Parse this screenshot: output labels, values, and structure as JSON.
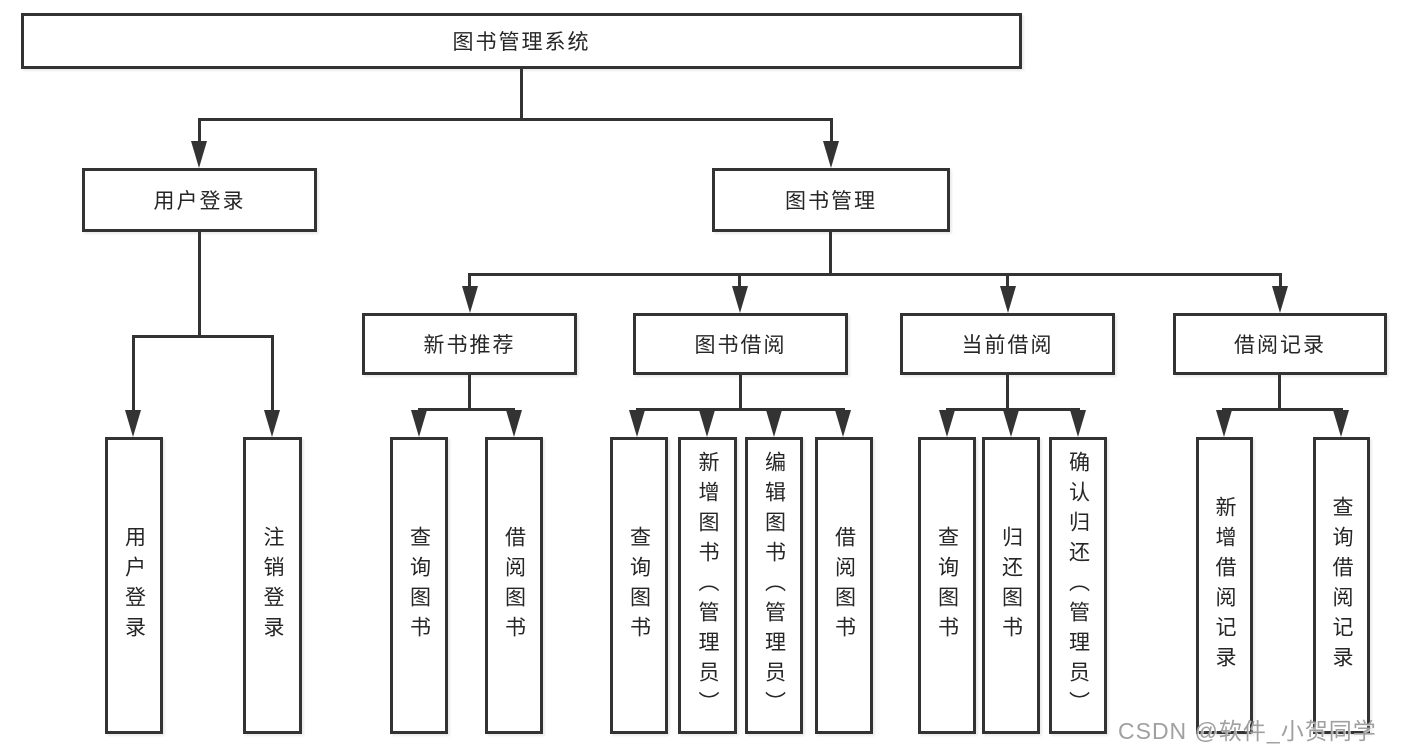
{
  "diagram_title": "图书管理系统",
  "colors": {
    "line": "#333333",
    "box_border": "#333333",
    "text": "#262626",
    "background": "#ffffff",
    "watermark": "#a0a0a0"
  },
  "nodes": {
    "root": "图书管理系统",
    "level2": [
      "用户登录",
      "图书管理"
    ],
    "level3": [
      "新书推荐",
      "图书借阅",
      "当前借阅",
      "借阅记录"
    ],
    "leaves": [
      "用户登录",
      "注销登录",
      "查询图书",
      "借阅图书",
      "查询图书",
      "新增图书（管理员）",
      "编辑图书（管理员）",
      "借阅图书",
      "查询图书",
      "归还图书",
      "确认归还（管理员）",
      "新增借阅记录",
      "查询借阅记录"
    ]
  },
  "watermark": "CSDN @软件_小贺同学"
}
